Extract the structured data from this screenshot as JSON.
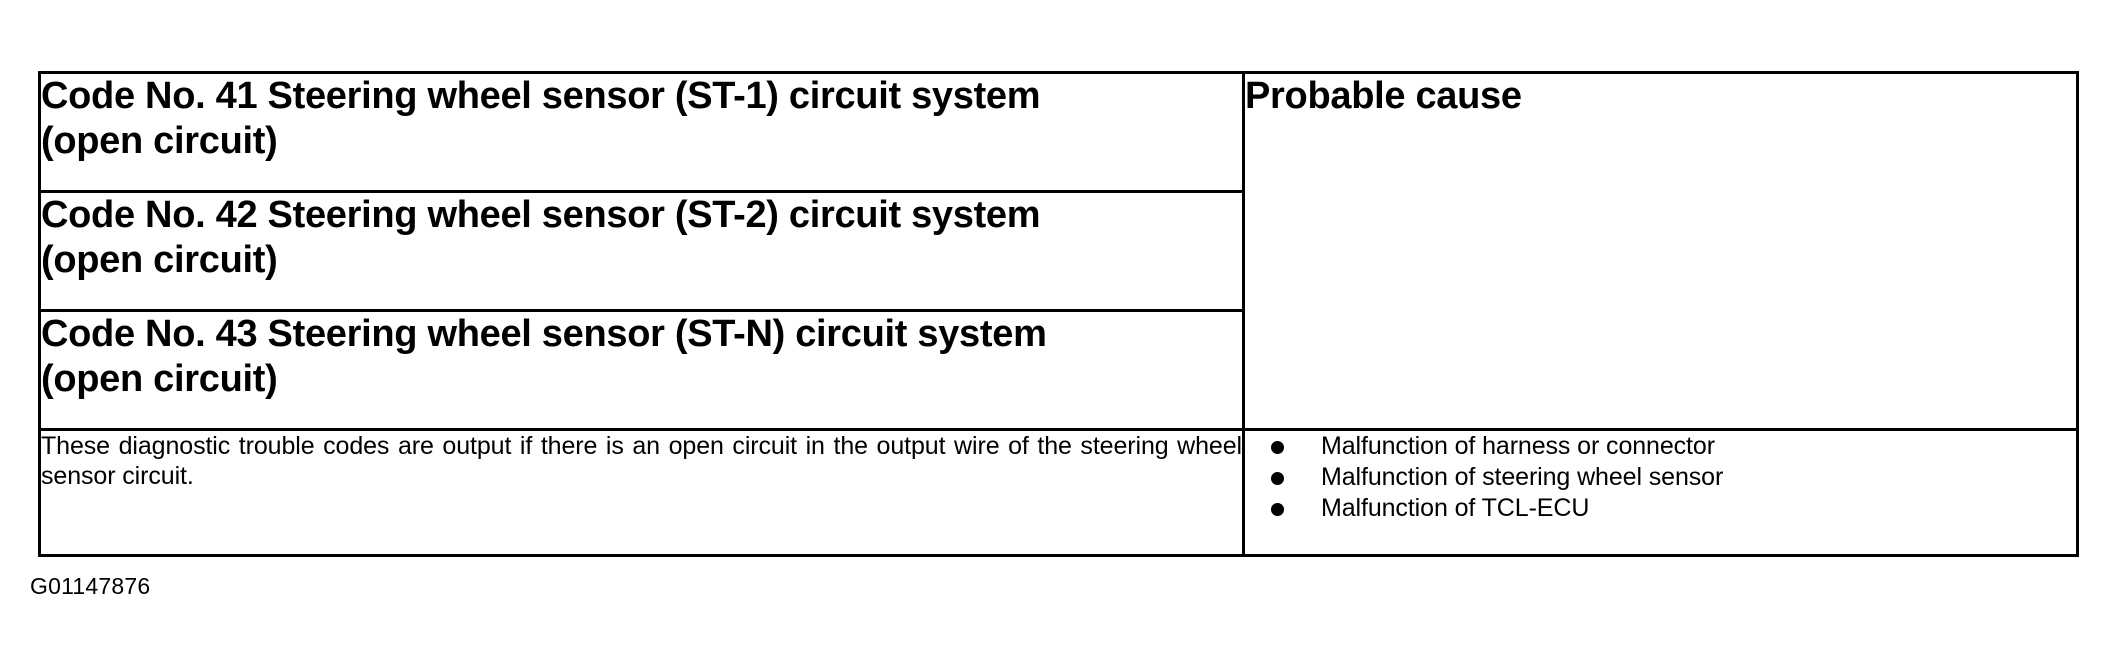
{
  "document": {
    "caption": "G01147876"
  },
  "table": {
    "columns": [
      {
        "key": "code",
        "label": ""
      },
      {
        "key": "cause",
        "label": "Probable cause"
      }
    ],
    "probable_cause_header": "Probable cause",
    "code_rows": [
      {
        "text": "Code No. 41 Steering wheel sensor (ST-1) circuit system\n(open circuit)"
      },
      {
        "text": "Code No. 42 Steering wheel sensor (ST-2) circuit system\n(open circuit)"
      },
      {
        "text": "Code No. 43 Steering wheel sensor (ST-N) circuit system\n(open circuit)"
      }
    ],
    "description": "These diagnostic trouble codes are output if there is an open circuit in the output wire of the steering wheel sensor circuit.",
    "causes": [
      "Malfunction of harness or connector",
      "Malfunction of steering wheel sensor",
      "Malfunction of TCL-ECU"
    ]
  },
  "colors": {
    "ink": "#000000",
    "paper": "#ffffff"
  }
}
